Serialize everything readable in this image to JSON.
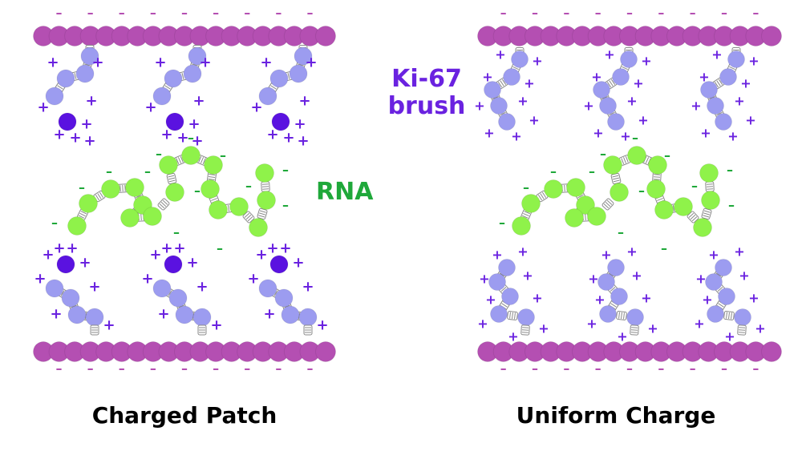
{
  "labels": {
    "brush": [
      "Ki-67",
      "brush"
    ],
    "rna": "RNA",
    "left_caption": "Charged Patch",
    "right_caption": "Uniform Charge"
  },
  "colors": {
    "membrane": "#b44fb2",
    "brush_bead": "#9c9cf0",
    "patch_bead": "#5a12e0",
    "plus": "#6a22e0",
    "rna_bead": "#8ff24a",
    "rna_minus": "#1fa83a",
    "rna_label": "#1fa83a",
    "brush_label": "#6a22e0"
  },
  "symbols": {
    "plus": "+",
    "minus": "–"
  }
}
